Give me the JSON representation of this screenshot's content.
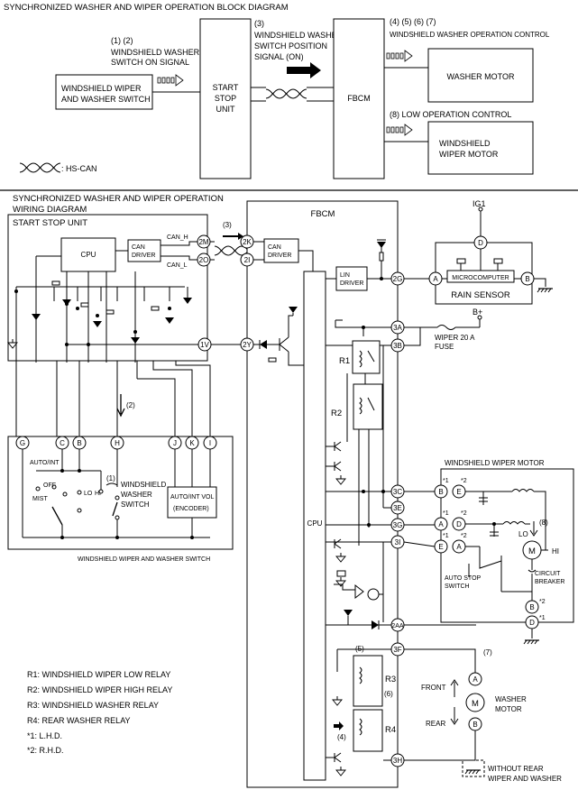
{
  "block": {
    "title": "SYNCHRONIZED WASHER AND WIPER OPERATION BLOCK DIAGRAM",
    "sig12_a": "(1) (2)",
    "sig12_b": "WINDSHIELD WASHER",
    "sig12_c": "SWITCH ON SIGNAL",
    "sig3_a": "(3)",
    "sig3_b": "WINDSHIELD WASHER",
    "sig3_c": "SWITCH POSITION",
    "sig3_d": "SIGNAL (ON)",
    "sig4567_a": "(4) (5) (6) (7)",
    "sig4567_b": "WINDSHIELD WASHER  OPERATION CONTROL",
    "sig8": "(8) LOW OPERATION CONTROL",
    "switch_a": "WINDSHIELD WIPER",
    "switch_b": "AND WASHER SWITCH",
    "ssu_a": "START",
    "ssu_b": "STOP",
    "ssu_c": "UNIT",
    "fbcm": "FBCM",
    "washer_motor": "WASHER MOTOR",
    "wiper_a": "WINDSHIELD",
    "wiper_b": "WIPER MOTOR",
    "legend": ": HS-CAN"
  },
  "wiring": {
    "title_a": "SYNCHRONIZED WASHER AND WIPER OPERATION",
    "title_b": "WIRING DIAGRAM",
    "ssu_title": "START STOP UNIT",
    "cpu": "CPU",
    "can_driver_a": "CAN",
    "can_driver_b": "DRIVER",
    "can_h": "CAN_H",
    "can_l": "CAN_L",
    "sig3": "(3)",
    "sig2": "(2)",
    "sig1": "(1)",
    "sig4": "(4)",
    "sig5": "(5)",
    "sig6": "(6)",
    "sig7": "(7)",
    "sig8": "(8)",
    "fbcm_title": "FBCM",
    "lin_a": "LIN",
    "lin_b": "DRIVER",
    "ig1": "IG1",
    "microcomputer": "MICROCOMPUTER",
    "rain_sensor": "RAIN SENSOR",
    "bplus": "B+",
    "fuse_a": "WIPER 20 A",
    "fuse_b": "FUSE",
    "r1": "R1",
    "r2": "R2",
    "r3": "R3",
    "r4": "R4",
    "fbcm_cpu": "CPU",
    "wiper_motor_title": "WINDSHIELD WIPER MOTOR",
    "lo": "LO",
    "hi": "HI",
    "auto_stop_a": "AUTO STOP",
    "auto_stop_b": "SWITCH",
    "breaker_a": "CIRCUIT",
    "breaker_b": "BREAKER",
    "auto_int": "AUTO/INT",
    "off": "OFF",
    "lo_sw": "LO",
    "hi_sw": "HI",
    "mist": "MIST",
    "sw_a": "WINDSHIELD",
    "sw_b": "WASHER",
    "sw_c": "SWITCH",
    "encoder_a": "AUTO/INT VOL",
    "encoder_b": "(ENCODER)",
    "switch_caption": "WINDSHIELD WIPER AND WASHER SWITCH",
    "front": "FRONT",
    "rear": "REAR",
    "washer_a": "WASHER",
    "washer_b": "MOTOR",
    "without_a": "WITHOUT REAR",
    "without_b": "WIPER AND WASHER",
    "m": "M",
    "star1": "*1",
    "star2": "*2"
  },
  "terminals": {
    "t2M": "2M",
    "t2O": "2O",
    "t1V": "1V",
    "t2K": "2K",
    "t2I": "2I",
    "t2Y": "2Y",
    "t2G": "2G",
    "t3A": "3A",
    "t3B": "3B",
    "t3C": "3C",
    "t3E": "3E",
    "t3G": "3G",
    "t3I": "3I",
    "t2AA": "2AA",
    "t3F": "3F",
    "t3H": "3H",
    "G": "G",
    "C": "C",
    "B": "B",
    "H": "H",
    "J": "J",
    "K": "K",
    "I": "I",
    "A": "A",
    "D": "D",
    "E": "E"
  },
  "notes": [
    "R1: WINDSHIELD WIPER LOW RELAY",
    "R2: WINDSHIELD WIPER HIGH RELAY",
    "R3: WINDSHIELD WASHER RELAY",
    "R4: REAR WASHER RELAY",
    "*1: L.H.D.",
    "*2: R.H.D."
  ]
}
